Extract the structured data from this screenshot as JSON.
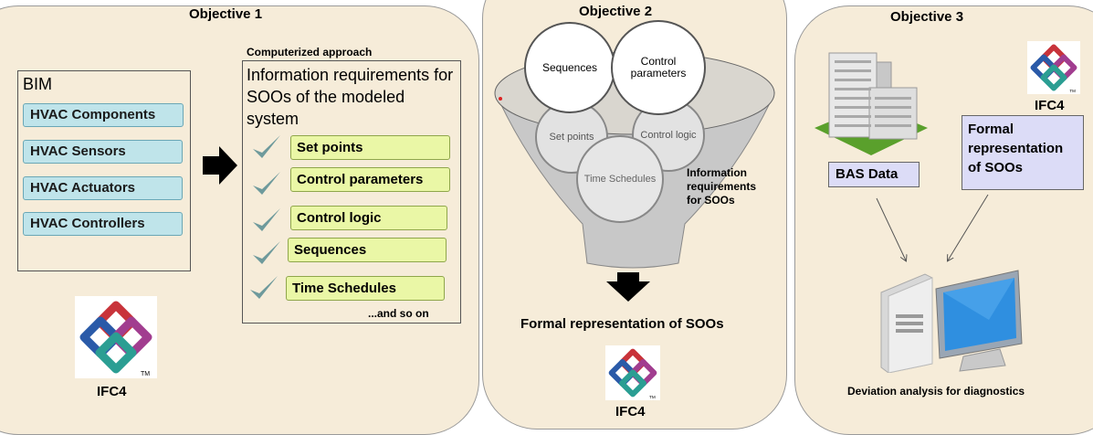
{
  "objective1": {
    "title": "Objective 1",
    "bim": {
      "label": "BIM",
      "items": [
        "HVAC Components",
        "HVAC Sensors",
        "HVAC Actuators",
        "HVAC Controllers"
      ]
    },
    "computerized_label": "Computerized approach",
    "requirements_title": "Information requirements for SOOs of the modeled system",
    "requirements": [
      "Set points",
      "Control parameters",
      "Control logic",
      "Sequences",
      "Time Schedules"
    ],
    "and_so_on": "...and so on",
    "ifc_label": "IFC4"
  },
  "objective2": {
    "title": "Objective 2",
    "circles": [
      "Sequences",
      "Control parameters",
      "Set points",
      "Control logic",
      "Time Schedules"
    ],
    "funnel_note": "Information requirements for SOOs",
    "output_label": "Formal representation of SOOs",
    "ifc_label": "IFC4"
  },
  "objective3": {
    "title": "Objective 3",
    "ifc_label": "IFC4",
    "bas_label": "BAS Data",
    "formal_label": "Formal representation of SOOs",
    "bottom_label": "Deviation analysis for diagnostics"
  },
  "colors": {
    "panel_bg": "#f6ecd9",
    "hvac_fill": "#bfe4ea",
    "req_fill": "#eaf7a6",
    "formal_fill": "#dcdcf7",
    "check": "#6e9a9c"
  }
}
